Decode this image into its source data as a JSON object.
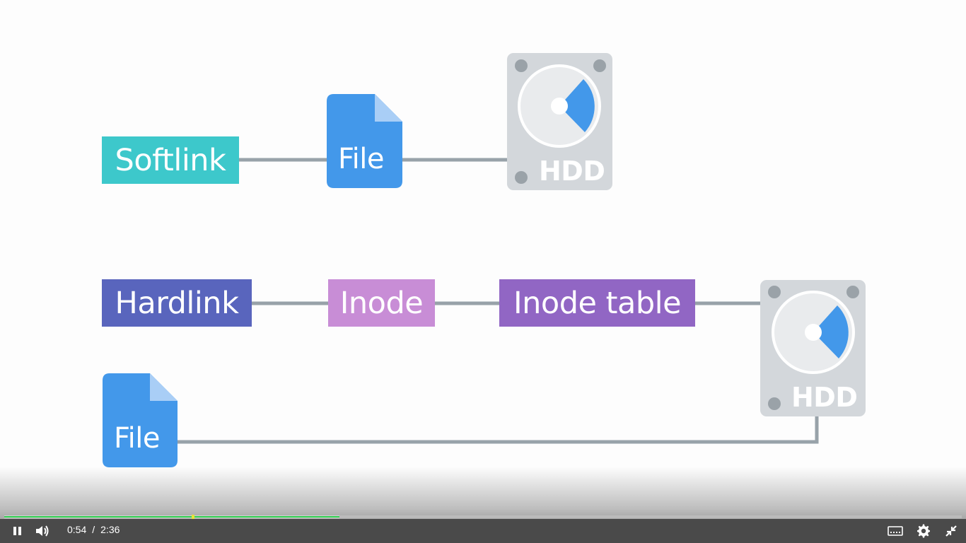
{
  "diagram": {
    "softlink_label": "Softlink",
    "file_top_label": "File",
    "hdd_top_label": "HDD",
    "hardlink_label": "Hardlink",
    "inode_label": "Inode",
    "inode_table_label": "Inode table",
    "file_bottom_label": "File",
    "hdd_bottom_label": "HDD"
  },
  "colors": {
    "softlink": "#3dc8cb",
    "hardlink": "#5965bd",
    "inode": "#c88dd6",
    "inode_table": "#9166c4",
    "file": "#4398ea",
    "hdd": "#d3d7db",
    "connector": "#98a2a9"
  },
  "player": {
    "current_time": "0:54",
    "separator": "/",
    "duration": "2:36",
    "played_fraction": 0.35,
    "buffered_fraction": 0.35,
    "icons": {
      "play_pause": "pause-icon",
      "volume": "volume-icon",
      "captions": "captions-icon",
      "settings": "gear-icon",
      "fullscreen": "exit-fullscreen-icon"
    }
  }
}
